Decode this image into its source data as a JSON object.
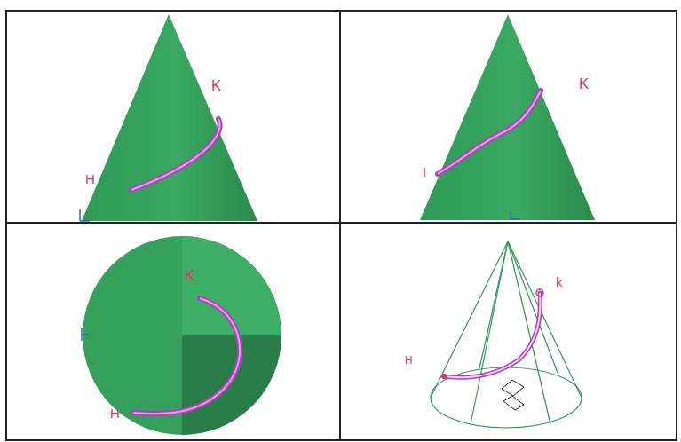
{
  "diagram": {
    "labels": [
      "K",
      "H",
      "K",
      "I",
      "K",
      "H",
      "k",
      "H"
    ]
  }
}
